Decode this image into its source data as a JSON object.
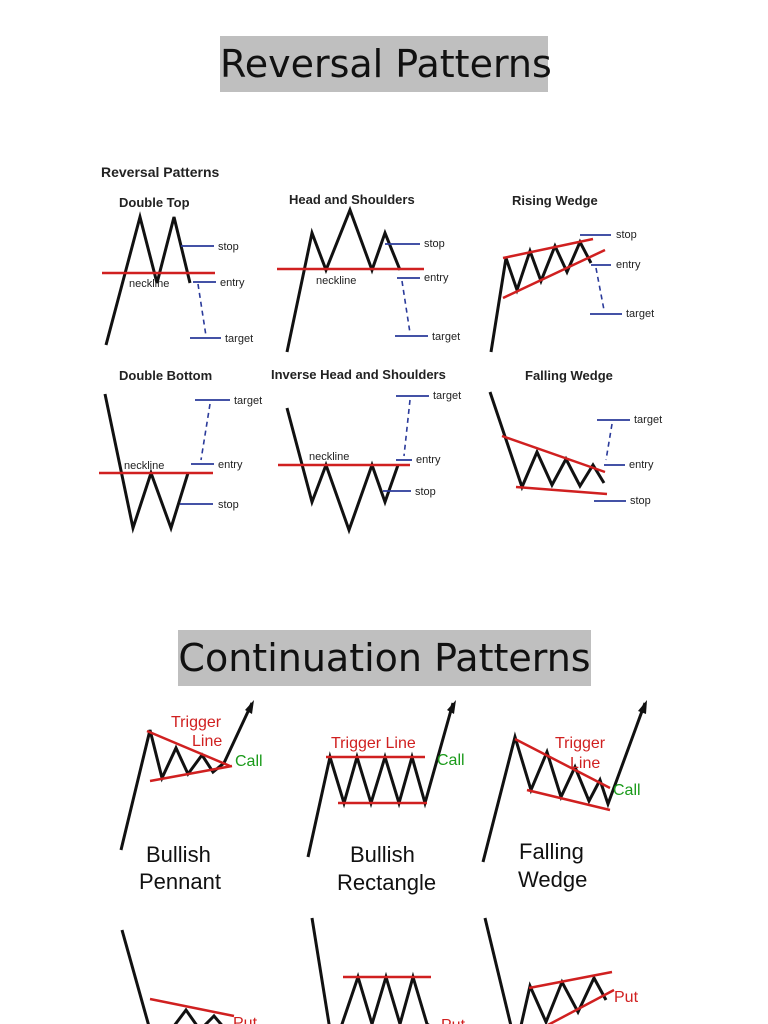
{
  "headings": {
    "reversal": "Reversal Patterns",
    "continuation": "Continuation Patterns"
  },
  "reversal_panel": {
    "title": "Reversal Patterns",
    "patterns": {
      "double_top": "Double Top",
      "head_shoulders": "Head and Shoulders",
      "rising_wedge": "Rising Wedge",
      "double_bottom": "Double Bottom",
      "inverse_head_shoulders": "Inverse Head and Shoulders",
      "falling_wedge": "Falling Wedge"
    },
    "labels": {
      "stop": "stop",
      "entry": "entry",
      "target": "target",
      "neckline": "neckline"
    }
  },
  "continuation_panel": {
    "patterns": {
      "bullish_pennant": [
        "Bullish",
        "Pennant"
      ],
      "bullish_rectangle": [
        "Bullish",
        "Rectangle"
      ],
      "falling_wedge": [
        "Falling",
        "Wedge"
      ]
    },
    "labels": {
      "trigger_line": "Trigger Line",
      "trigger": "Trigger",
      "line": "Line",
      "call": "Call",
      "put": "Put"
    }
  },
  "colors": {
    "trend_line": "#d02020",
    "level_line": "#2a3a9a",
    "call": "#1a9a1a",
    "heading_bg": "#bfbfbf"
  }
}
